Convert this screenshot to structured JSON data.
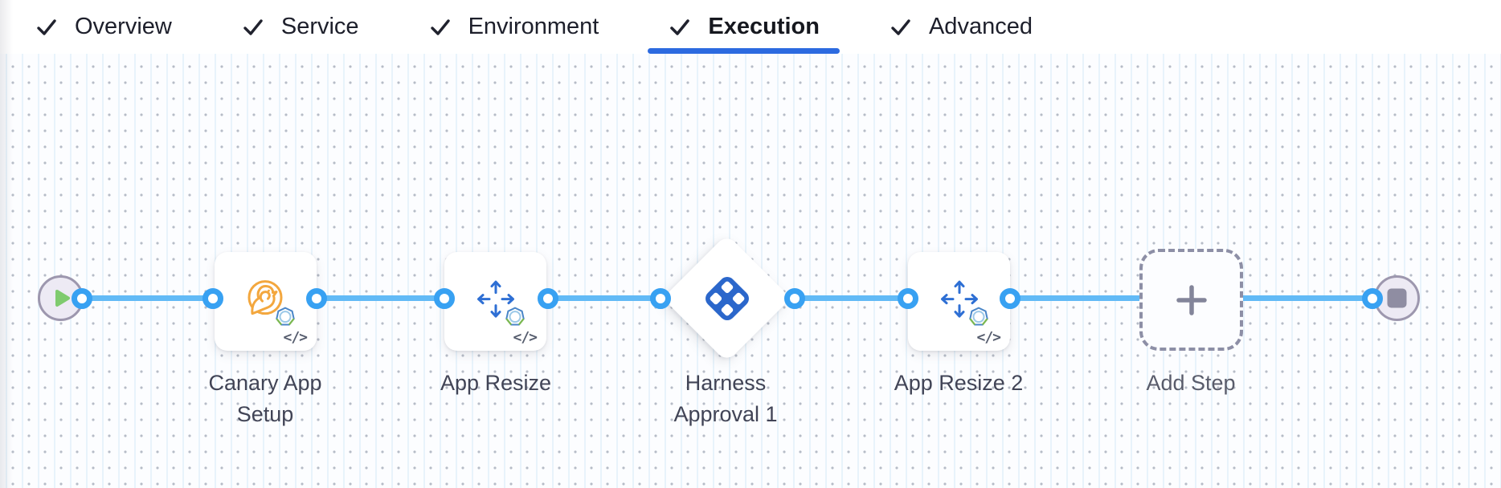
{
  "tabs": {
    "items": [
      {
        "label": "Overview",
        "checked": true,
        "active": false
      },
      {
        "label": "Service",
        "checked": true,
        "active": false
      },
      {
        "label": "Environment",
        "checked": true,
        "active": false
      },
      {
        "label": "Execution",
        "checked": true,
        "active": true
      },
      {
        "label": "Advanced",
        "checked": true,
        "active": false
      }
    ]
  },
  "canvas": {
    "nodes": [
      {
        "type": "start",
        "icon": "play-icon"
      },
      {
        "type": "step",
        "label": "Canary App Setup",
        "icon": "canary-bird-icon",
        "badge": "</>"
      },
      {
        "type": "step",
        "label": "App Resize",
        "icon": "resize-arrows-icon",
        "badge": "</>"
      },
      {
        "type": "approval",
        "label": "Harness Approval 1",
        "icon": "harness-approval-icon"
      },
      {
        "type": "step",
        "label": "App Resize 2",
        "icon": "resize-arrows-icon",
        "badge": "</>"
      },
      {
        "type": "add",
        "label": "Add Step",
        "icon": "plus-icon"
      },
      {
        "type": "end",
        "icon": "stop-icon"
      }
    ]
  },
  "colors": {
    "active_tab_underline": "#2c6ae0",
    "connector_line": "#62baf6",
    "connector_port_ring": "#38a1f2",
    "canary_orange": "#f3a73e",
    "step_icon_blue": "#2e6fd4",
    "approval_icon_blue": "#2b67cb",
    "start_play_green": "#7fcb6e",
    "end_stop_gray": "#8f8da2",
    "grid_dot": "#b6bcc7",
    "grid_line": "#e8f3fb"
  }
}
